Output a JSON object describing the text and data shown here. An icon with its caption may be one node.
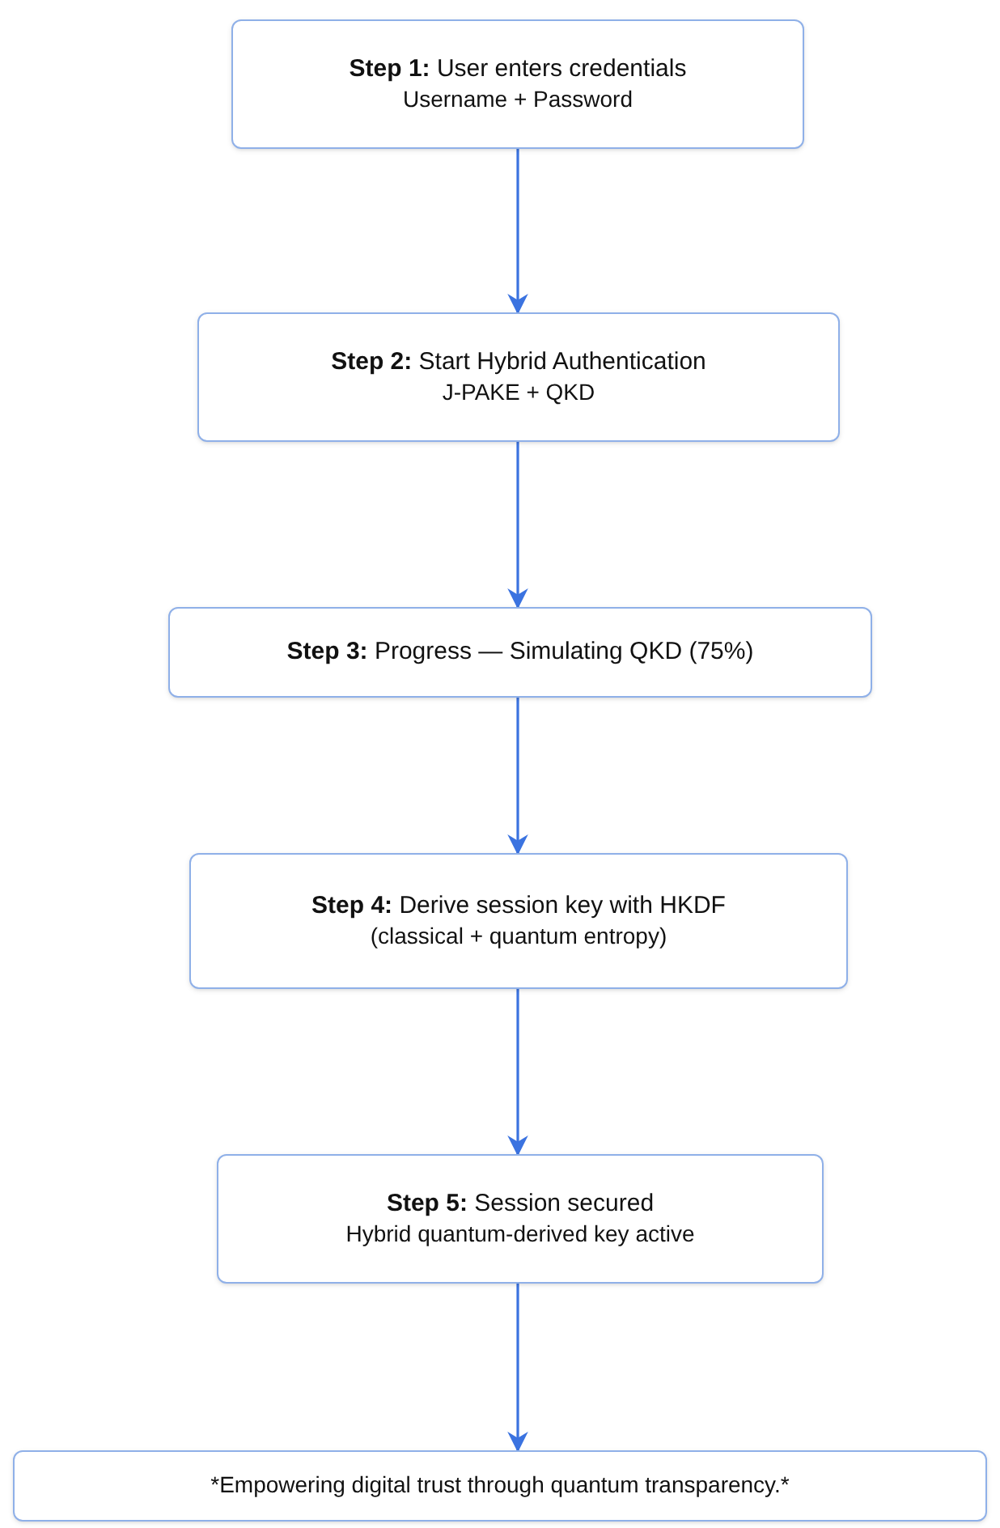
{
  "diagram": {
    "nodes": [
      {
        "text": [
          "**Step 1:** User enters credentials",
          "Username + Password"
        ]
      },
      {
        "text": [
          "**Step 2:** Start Hybrid Authentication",
          "J-PAKE + QKD"
        ]
      },
      {
        "text": [
          "**Step 3:** Progress — Simulating QKD (75%)"
        ]
      },
      {
        "text": [
          "**Step 4:** Derive session key with HKDF",
          "(classical + quantum entropy)"
        ]
      },
      {
        "text": [
          "**Step 5:** Session secured",
          "Hybrid quantum-derived key active"
        ]
      },
      {
        "text": [
          "*Empowering digital trust through quantum transparency.*"
        ]
      }
    ],
    "edges": [
      {
        "from": 0,
        "to": 1,
        "arrow": "to"
      },
      {
        "from": 1,
        "to": 2,
        "arrow": "to"
      },
      {
        "from": 2,
        "to": 3,
        "arrow": "to"
      },
      {
        "from": 3,
        "to": 4,
        "arrow": "to"
      },
      {
        "from": 4,
        "to": 5,
        "arrow": "to"
      }
    ]
  }
}
